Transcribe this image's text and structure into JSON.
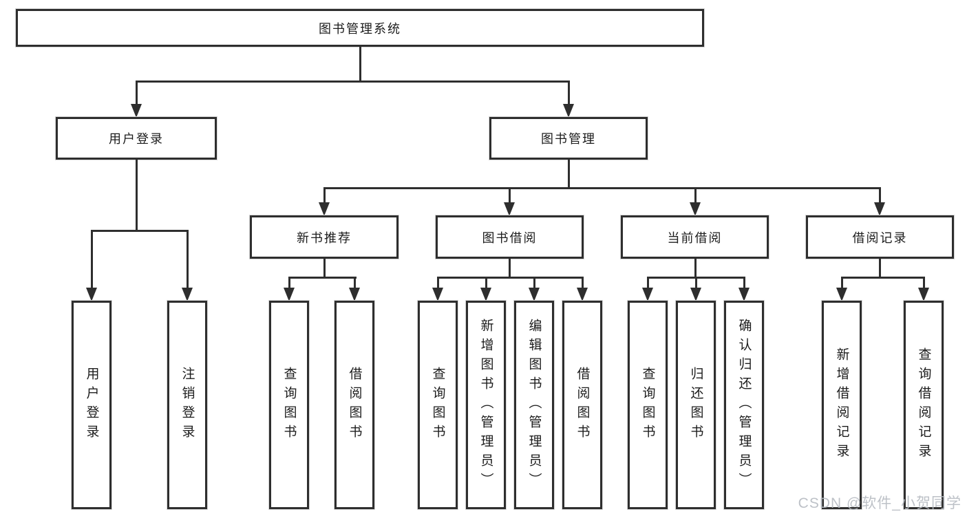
{
  "diagram": {
    "root": "图书管理系统",
    "level2": [
      {
        "label": "用户登录"
      },
      {
        "label": "图书管理"
      }
    ],
    "level3": [
      {
        "label": "新书推荐"
      },
      {
        "label": "图书借阅"
      },
      {
        "label": "当前借阅"
      },
      {
        "label": "借阅记录"
      }
    ],
    "leaves": {
      "user_login": [
        "用户登录",
        "注销登录"
      ],
      "new_book": [
        "查询图书",
        "借阅图书"
      ],
      "book_borrow": [
        "查询图书",
        "新增图书（管理员）",
        "编辑图书（管理员）",
        "借阅图书"
      ],
      "current_borrow": [
        "查询图书",
        "归还图书",
        "确认归还（管理员）"
      ],
      "borrow_record": [
        "新增借阅记录",
        "查询借阅记录"
      ]
    }
  },
  "colors": {
    "line": "#2e2e2e",
    "text": "#1c1c1c",
    "watermark_gray": "#b6bbc2"
  },
  "watermark": {
    "text": "CSDN @软件_小贺同学"
  }
}
